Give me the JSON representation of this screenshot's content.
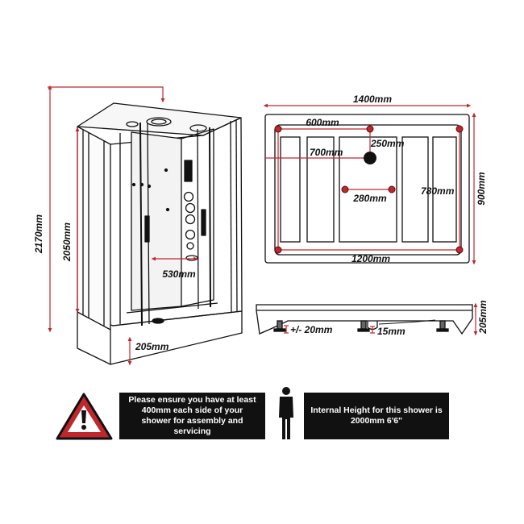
{
  "colors": {
    "dimension_line": "#c0272d",
    "outline": "#111111",
    "warning_fill": "#c0272d",
    "notice_bg": "#111111",
    "notice_text": "#ffffff"
  },
  "icons": {
    "warning": "warning-triangle-icon",
    "person": "person-silhouette-icon"
  },
  "enclosure": {
    "total_height": "2170mm",
    "cabin_height": "2050mm",
    "seat_width": "530mm",
    "tray_height": "205mm"
  },
  "plan": {
    "width": "1400mm",
    "depth": "900mm",
    "foot_span_x": "600mm",
    "waste_x": "700mm",
    "waste_y": "250mm",
    "foot_span_inner": "280mm",
    "foot_span_y": "780mm",
    "foot_span_long": "1200mm"
  },
  "tray_side": {
    "height": "205mm",
    "foot_adjust": "+/- 20mm",
    "waste_drop": "15mm"
  },
  "notices": {
    "clearance": "Please ensure you have at least 400mm each side of your shower for assembly and servicing",
    "internal_height": "Internal Height for this shower is 2000mm 6'6\""
  }
}
